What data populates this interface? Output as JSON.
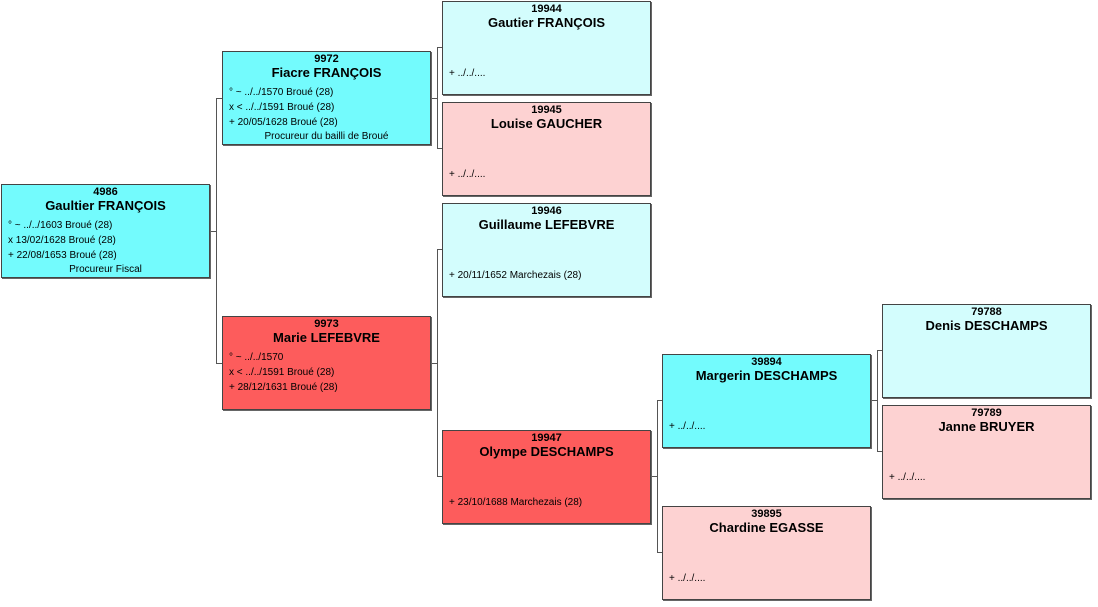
{
  "persons": {
    "p4986": {
      "num": "4986",
      "name": "Gaultier FRANÇOIS",
      "lines": [
        "° ~ ../../1603 Broué (28)",
        "x 13/02/1628 Broué (28)",
        "+ 22/08/1653 Broué (28)"
      ],
      "occupation": "Procureur Fiscal"
    },
    "p9972": {
      "num": "9972",
      "name": "Fiacre FRANÇOIS",
      "lines": [
        "° ~ ../../1570 Broué (28)",
        "x < ../../1591 Broué (28)",
        "+ 20/05/1628 Broué (28)"
      ],
      "occupation": "Procureur du bailli de Broué"
    },
    "p9973": {
      "num": "9973",
      "name": "Marie LEFEBVRE",
      "lines": [
        "° ~ ../../1570",
        "x < ../../1591 Broué (28)",
        "+ 28/12/1631 Broué (28)"
      ]
    },
    "p19944": {
      "num": "19944",
      "name": "Gautier FRANÇOIS",
      "death": "+ ../../...."
    },
    "p19945": {
      "num": "19945",
      "name": "Louise GAUCHER",
      "death": "+ ../../...."
    },
    "p19946": {
      "num": "19946",
      "name": "Guillaume LEFEBVRE",
      "death": "+ 20/11/1652 Marchezais (28)"
    },
    "p19947": {
      "num": "19947",
      "name": "Olympe DESCHAMPS",
      "death": "+ 23/10/1688 Marchezais (28)"
    },
    "p39894": {
      "num": "39894",
      "name": "Margerin DESCHAMPS",
      "death": "+ ../../...."
    },
    "p39895": {
      "num": "39895",
      "name": "Chardine EGASSE",
      "death": "+ ../../...."
    },
    "p79788": {
      "num": "79788",
      "name": "Denis DESCHAMPS"
    },
    "p79789": {
      "num": "79789",
      "name": "Janne BRUYER",
      "death": "+ ../../...."
    }
  },
  "colors": {
    "male_primary": "#73fbfd",
    "female_primary": "#fd5c5c",
    "male_ancestor": "#d3fdfd",
    "female_ancestor": "#fdd2d2",
    "connector": "#555555"
  }
}
